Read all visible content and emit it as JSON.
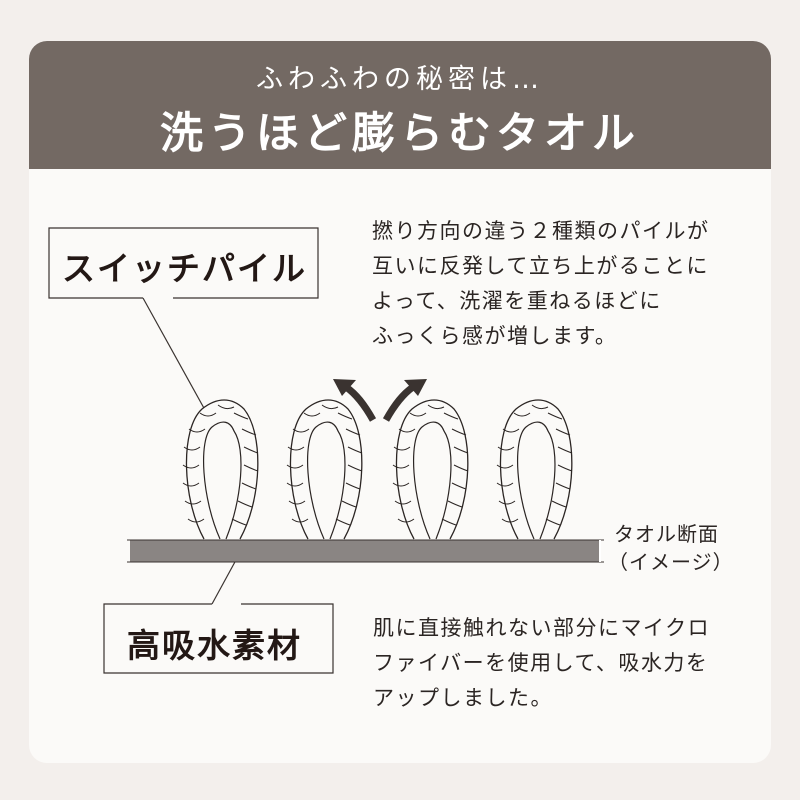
{
  "header": {
    "subtitle": "ふわふわの秘密は…",
    "title": "洗うほど膨らむタオル",
    "background_color": "#736963",
    "text_color": "#ffffff"
  },
  "callouts": [
    {
      "label": "スイッチパイル",
      "description_lines": [
        "撚り方向の違う２種類のパイルが",
        "互いに反発して立ち上がることに",
        "よって、洗濯を重ねるほどに",
        "ふっくら感が増します。"
      ]
    },
    {
      "label": "高吸水素材",
      "description_lines": [
        "肌に直接触れない部分にマイクロ",
        "ファイバーを使用して、吸水力を",
        "アップしました。"
      ]
    }
  ],
  "diagram": {
    "cross_section_label_lines": [
      "タオル断面",
      "（イメージ）"
    ],
    "pile_count": 4,
    "arrows": [
      "arrow-up-left",
      "arrow-up-right"
    ],
    "base_color": "#8a8583",
    "line_color": "#2b2523"
  },
  "colors": {
    "page_background": "#f3efec",
    "card_background": "#fbfaf8"
  }
}
